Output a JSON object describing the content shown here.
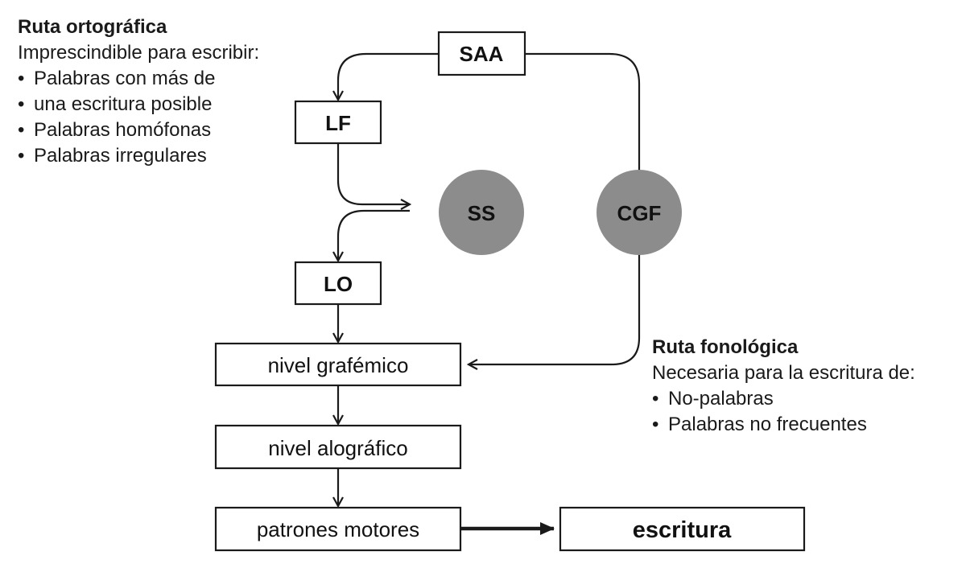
{
  "colors": {
    "ink": "#1a1a1a",
    "circle_fill": "#8c8c8c",
    "background": "#ffffff"
  },
  "left_panel": {
    "title": "Ruta ortográfica",
    "subtitle": "Imprescindible para escribir:",
    "bullets": [
      "Palabras con más de",
      "una escritura posible",
      "Palabras homófonas",
      "Palabras irregulares"
    ]
  },
  "right_panel": {
    "title": "Ruta fonológica",
    "subtitle": "Necesaria para la escritura de:",
    "bullets": [
      "No-palabras",
      "Palabras no frecuentes"
    ]
  },
  "nodes": {
    "saa": "SAA",
    "lf": "LF",
    "ss": "SS",
    "cgf": "CGF",
    "lo": "LO",
    "nivel_grafemico": "nivel grafémico",
    "nivel_alografico": "nivel alográfico",
    "patrones_motores": "patrones motores",
    "escritura": "escritura"
  }
}
